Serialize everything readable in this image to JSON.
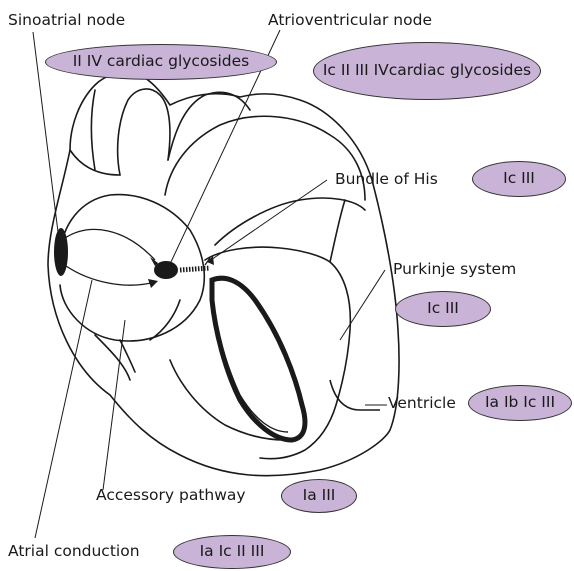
{
  "labels": {
    "sinoatrial": "Sinoatrial node",
    "atrioventricular": "Atrioventricular node",
    "bundle_his": "Bundle of His",
    "purkinje": "Purkinje system",
    "ventricle": "Ventricle",
    "accessory": "Accessory pathway",
    "atrial_conduction": "Atrial conduction"
  },
  "drug_classes": {
    "sinoatrial": "II IV cardiac glycosides",
    "atrioventricular_line1": "Ic II III IV",
    "atrioventricular_line2": "cardiac glycosides",
    "bundle_his": "Ic III",
    "purkinje": "Ic III",
    "ventricle": "Ia Ib Ic III",
    "accessory": "Ia III",
    "atrial_conduction": "Ia Ic II III"
  },
  "colors": {
    "pill_fill": "#c9b3d6",
    "line": "#1a1a1a"
  }
}
